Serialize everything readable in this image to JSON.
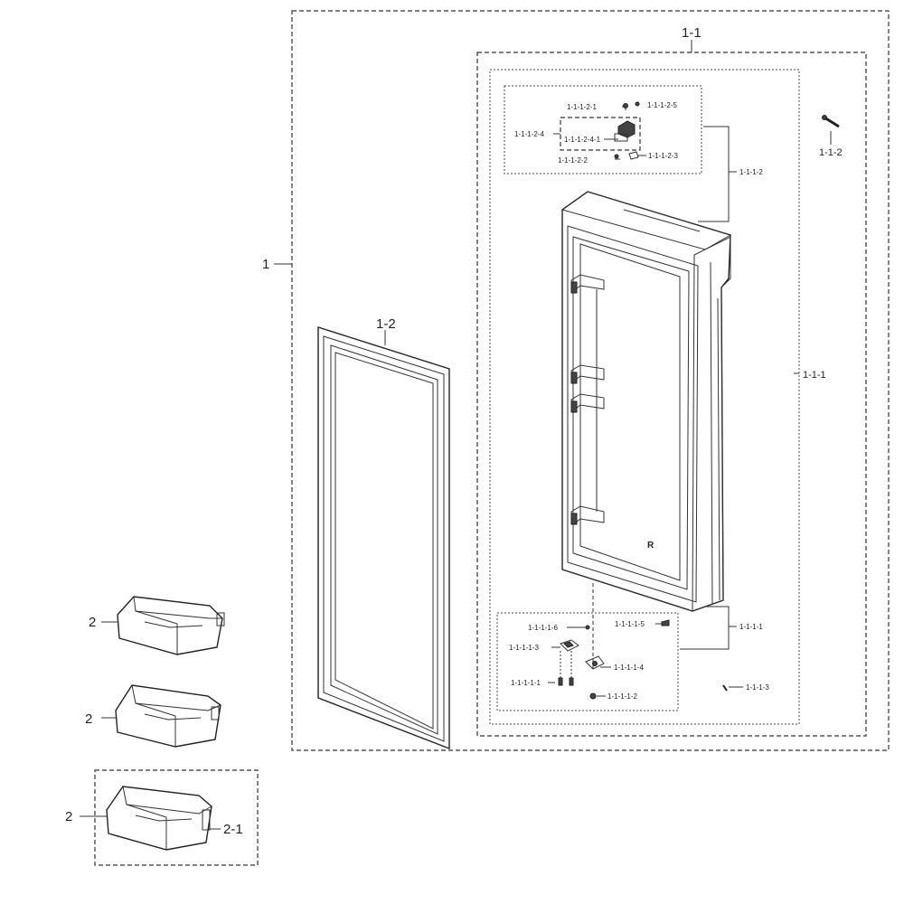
{
  "labels": {
    "l1": "1",
    "l1_1": "1-1",
    "l1_1_1": "1-1-1",
    "l1_1_1_1": "1-1-1-1",
    "l1_1_1_1_1": "1-1-1-1-1",
    "l1_1_1_1_2": "1-1-1-1-2",
    "l1_1_1_1_3": "1-1-1-1-3",
    "l1_1_1_1_4": "1-1-1-1-4",
    "l1_1_1_1_5": "1-1-1-1-5",
    "l1_1_1_1_6": "1-1-1-1-6",
    "l1_1_1_2": "1-1-1-2",
    "l1_1_1_2_1": "1-1-1-2-1",
    "l1_1_1_2_2": "1-1-1-2-2",
    "l1_1_1_2_3": "1-1-1-2-3",
    "l1_1_1_2_4": "1-1-1-2-4",
    "l1_1_1_2_4_1": "1-1-1-2-4-1",
    "l1_1_1_2_5": "1-1-1-2-5",
    "l1_1_1_3": "1-1-1-3",
    "l1_1_2": "1-1-2",
    "l1_2": "1-2",
    "l2_a": "2",
    "l2_b": "2",
    "l2_c": "2",
    "l2_1": "2-1",
    "door_mark": "R"
  }
}
